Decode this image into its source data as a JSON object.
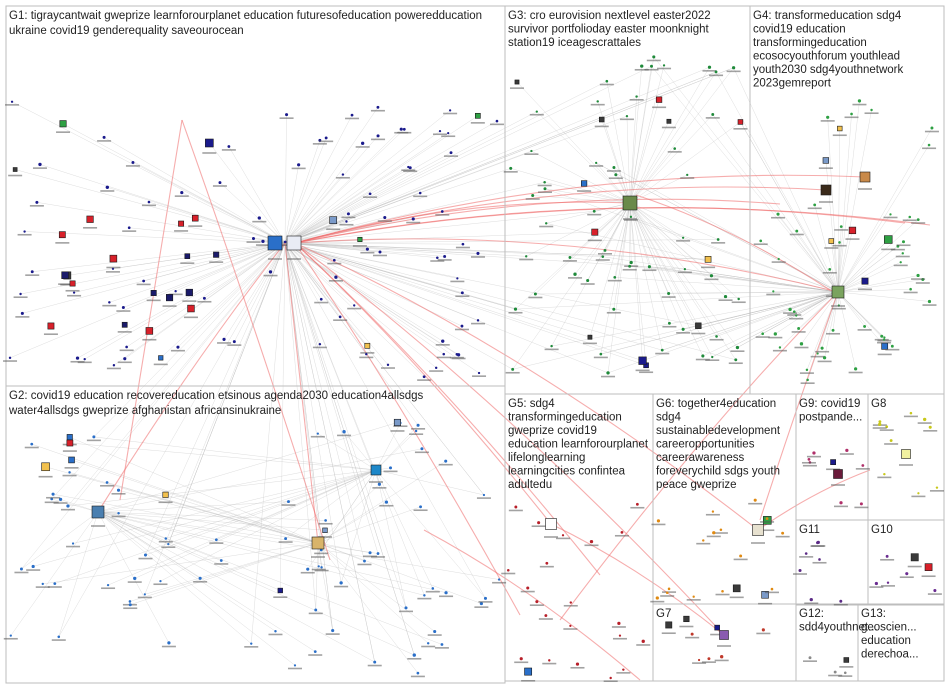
{
  "graph": {
    "groups": [
      {
        "id": "G1",
        "label_lines": [
          "G1: tigraycantwait gweprize learnforourplanet education futuresofeducation poweredducation",
          "ukraine covid19 genderequality saveourocean"
        ],
        "node_color": "#1a1a8c"
      },
      {
        "id": "G2",
        "label_lines": [
          "G2: covid19 education recovereducation etsinous agenda2030 education4allsdgs",
          "water4allsdgs gweprize afghanistan africansinukraine"
        ],
        "node_color": "#2a6fc9"
      },
      {
        "id": "G3",
        "label_lines": [
          "G3: cro eurovision nextlevel easter2022",
          "survivor portfolioday easter moonknight",
          "station19 iceagescrattales"
        ],
        "node_color": "#1f8a3a"
      },
      {
        "id": "G4",
        "label_lines": [
          "G4: transformeducation sdg4",
          "covid19 education",
          "transformingeducation",
          "ecosocyouthforum youthlead",
          "youth2030 sdg4youthnetwork",
          "2023gemreport"
        ],
        "node_color": "#2ea043"
      },
      {
        "id": "G5",
        "label_lines": [
          "G5: sdg4",
          "transformingeducation",
          "gweprize covid19",
          "education learnforourplanet",
          "lifelonglearning",
          "learningcities confintea",
          "adultedu"
        ],
        "node_color": "#b8202a"
      },
      {
        "id": "G6",
        "label_lines": [
          "G6: together4education",
          "sdg4",
          "sustainabledevelopment",
          "careeropportunities",
          "careerawareness",
          "foreverychild sdgs youth",
          "peace gweprize"
        ],
        "node_color": "#e08a12"
      },
      {
        "id": "G7",
        "label_lines": [
          "G7"
        ],
        "node_color": "#c0392b"
      },
      {
        "id": "G8",
        "label_lines": [
          "G8"
        ],
        "node_color": "#c8c81a"
      },
      {
        "id": "G9",
        "label_lines": [
          "G9: covid19",
          "postpande..."
        ],
        "node_color": "#b0306a"
      },
      {
        "id": "G10",
        "label_lines": [
          "G10"
        ],
        "node_color": "#6a2c91"
      },
      {
        "id": "G11",
        "label_lines": [
          "G11"
        ],
        "node_color": "#5b2a86"
      },
      {
        "id": "G12",
        "label_lines": [
          "G12:",
          "sdd4youthnet..."
        ],
        "node_color": "#8a8a8a"
      },
      {
        "id": "G13",
        "label_lines": [
          "G13:",
          "geoscien...",
          "education",
          "derechoa..."
        ],
        "node_color": "#8a8a8a"
      }
    ],
    "colors": {
      "edge_gray": "#b9b9b9",
      "edge_red": "#ef6a6a",
      "box_border": "#bdbdbd",
      "label_text": "#222222"
    }
  }
}
